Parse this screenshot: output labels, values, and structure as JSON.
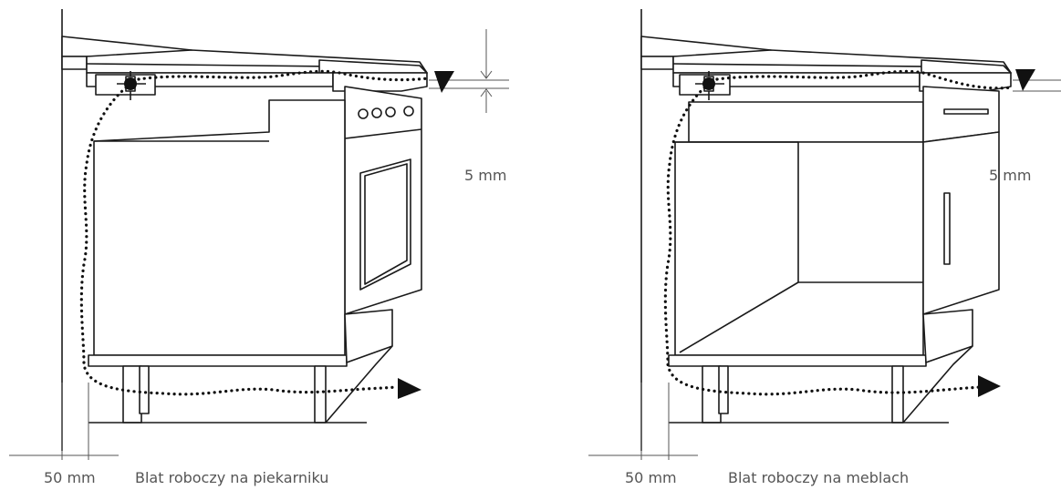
{
  "left_figure": {
    "gap_label": "5 mm",
    "wall_gap_label": "50 mm",
    "caption": "Blat roboczy na piekarniku"
  },
  "right_figure": {
    "gap_label": "5 mm",
    "wall_gap_label": "50 mm",
    "caption": "Blat roboczy na meblach"
  },
  "colors": {
    "line": "#1a1a1a",
    "airflow_dots": "#111111",
    "text": "#555555"
  }
}
